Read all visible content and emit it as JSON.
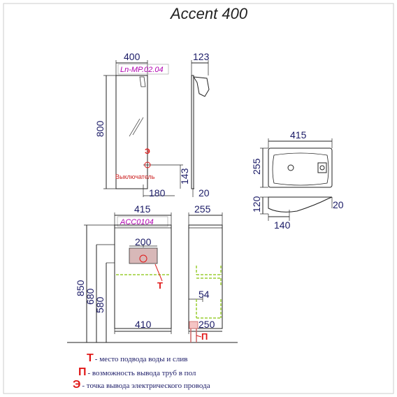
{
  "title": "Accent 400",
  "mirror": {
    "code": "Ln-MP.02.04",
    "width": "400",
    "height": "800",
    "depth": "123",
    "switch_label": "Выключатель",
    "switch_symbol": "Э",
    "switch_height": "143",
    "switch_offset": "180",
    "gap": "20"
  },
  "sink_top": {
    "width": "415",
    "depth": "255"
  },
  "sink_side": {
    "height": "120",
    "depth": "140",
    "offset": "20"
  },
  "cabinet": {
    "code": "ACC0104",
    "width_top": "415",
    "hole_width": "200",
    "height_total": "850",
    "height_2": "680",
    "height_3": "580",
    "width_bottom": "410",
    "water_symbol": "Т",
    "side_depth": "255",
    "shelf_offset": "54",
    "floor_depth": "250",
    "floor_symbol": "П"
  },
  "legend": [
    {
      "symbol": "Т",
      "text": "- место подвода воды и слив"
    },
    {
      "symbol": "П",
      "text": "- возможность вывода труб в пол"
    },
    {
      "symbol": "Э",
      "text": "- точка вывода электрического провода"
    }
  ],
  "colors": {
    "symbol_red": "#e01818",
    "code_magenta": "#b000b0",
    "dim_text": "#1a1a66",
    "shelf_green": "#9acd32",
    "hole_fill": "#d8b8b8"
  }
}
